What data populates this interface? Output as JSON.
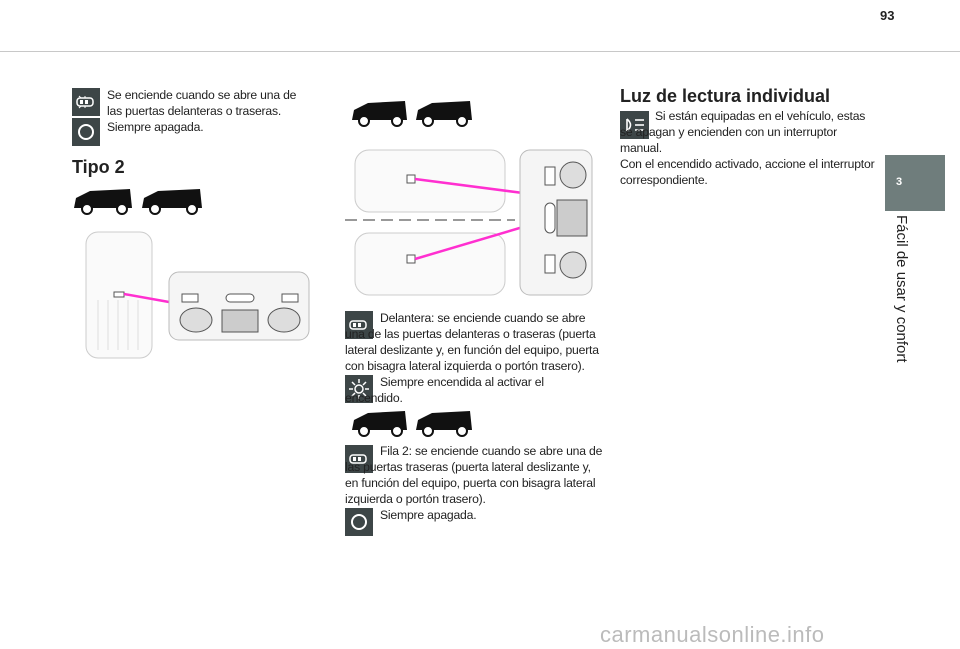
{
  "header": {
    "page_number": "93"
  },
  "side_tab": {
    "chapter_number": "3",
    "chapter_title": "Fácil de usar y confort"
  },
  "left": {
    "items": [
      {
        "icon": "door-open-car-icon",
        "text": "Se enciende cuando se abre una de las puertas delanteras o traseras."
      },
      {
        "icon": "circle-off-icon",
        "text": "Siempre apagada."
      }
    ],
    "section_title": "Tipo 2"
  },
  "middle": {
    "items": [
      {
        "icon": "door-open-car-icon",
        "text": "Delantera: se enciende cuando se abre una de las puertas delanteras o traseras (puerta lateral deslizante y, en función del equipo, puerta con bisagra lateral izquierda o portón trasero)."
      },
      {
        "icon": "sun-on-icon",
        "text": "Siempre encendida al activar el encendido."
      },
      {
        "icon": "door-open-car-icon",
        "text": "Fila 2: se enciende cuando se abre una de las puertas traseras (puerta lateral deslizante y, en función del equipo, puerta con bisagra lateral izquierda o portón trasero)."
      },
      {
        "icon": "circle-off-icon",
        "text": "Siempre apagada."
      }
    ]
  },
  "right": {
    "title": "Luz de lectura individual",
    "item": {
      "icon": "reading-light-icon",
      "text": "Si están equipadas en el vehículo, estas se apagan y encienden con un interruptor manual."
    },
    "paragraph": "Con el encendido activado, accione el interruptor correspondiente."
  },
  "watermark": "carmanualsonline.info",
  "colors": {
    "icon_bg": "#3d4647",
    "tab_bg": "#6f7d7c",
    "pointer": "#ff2fd0"
  }
}
